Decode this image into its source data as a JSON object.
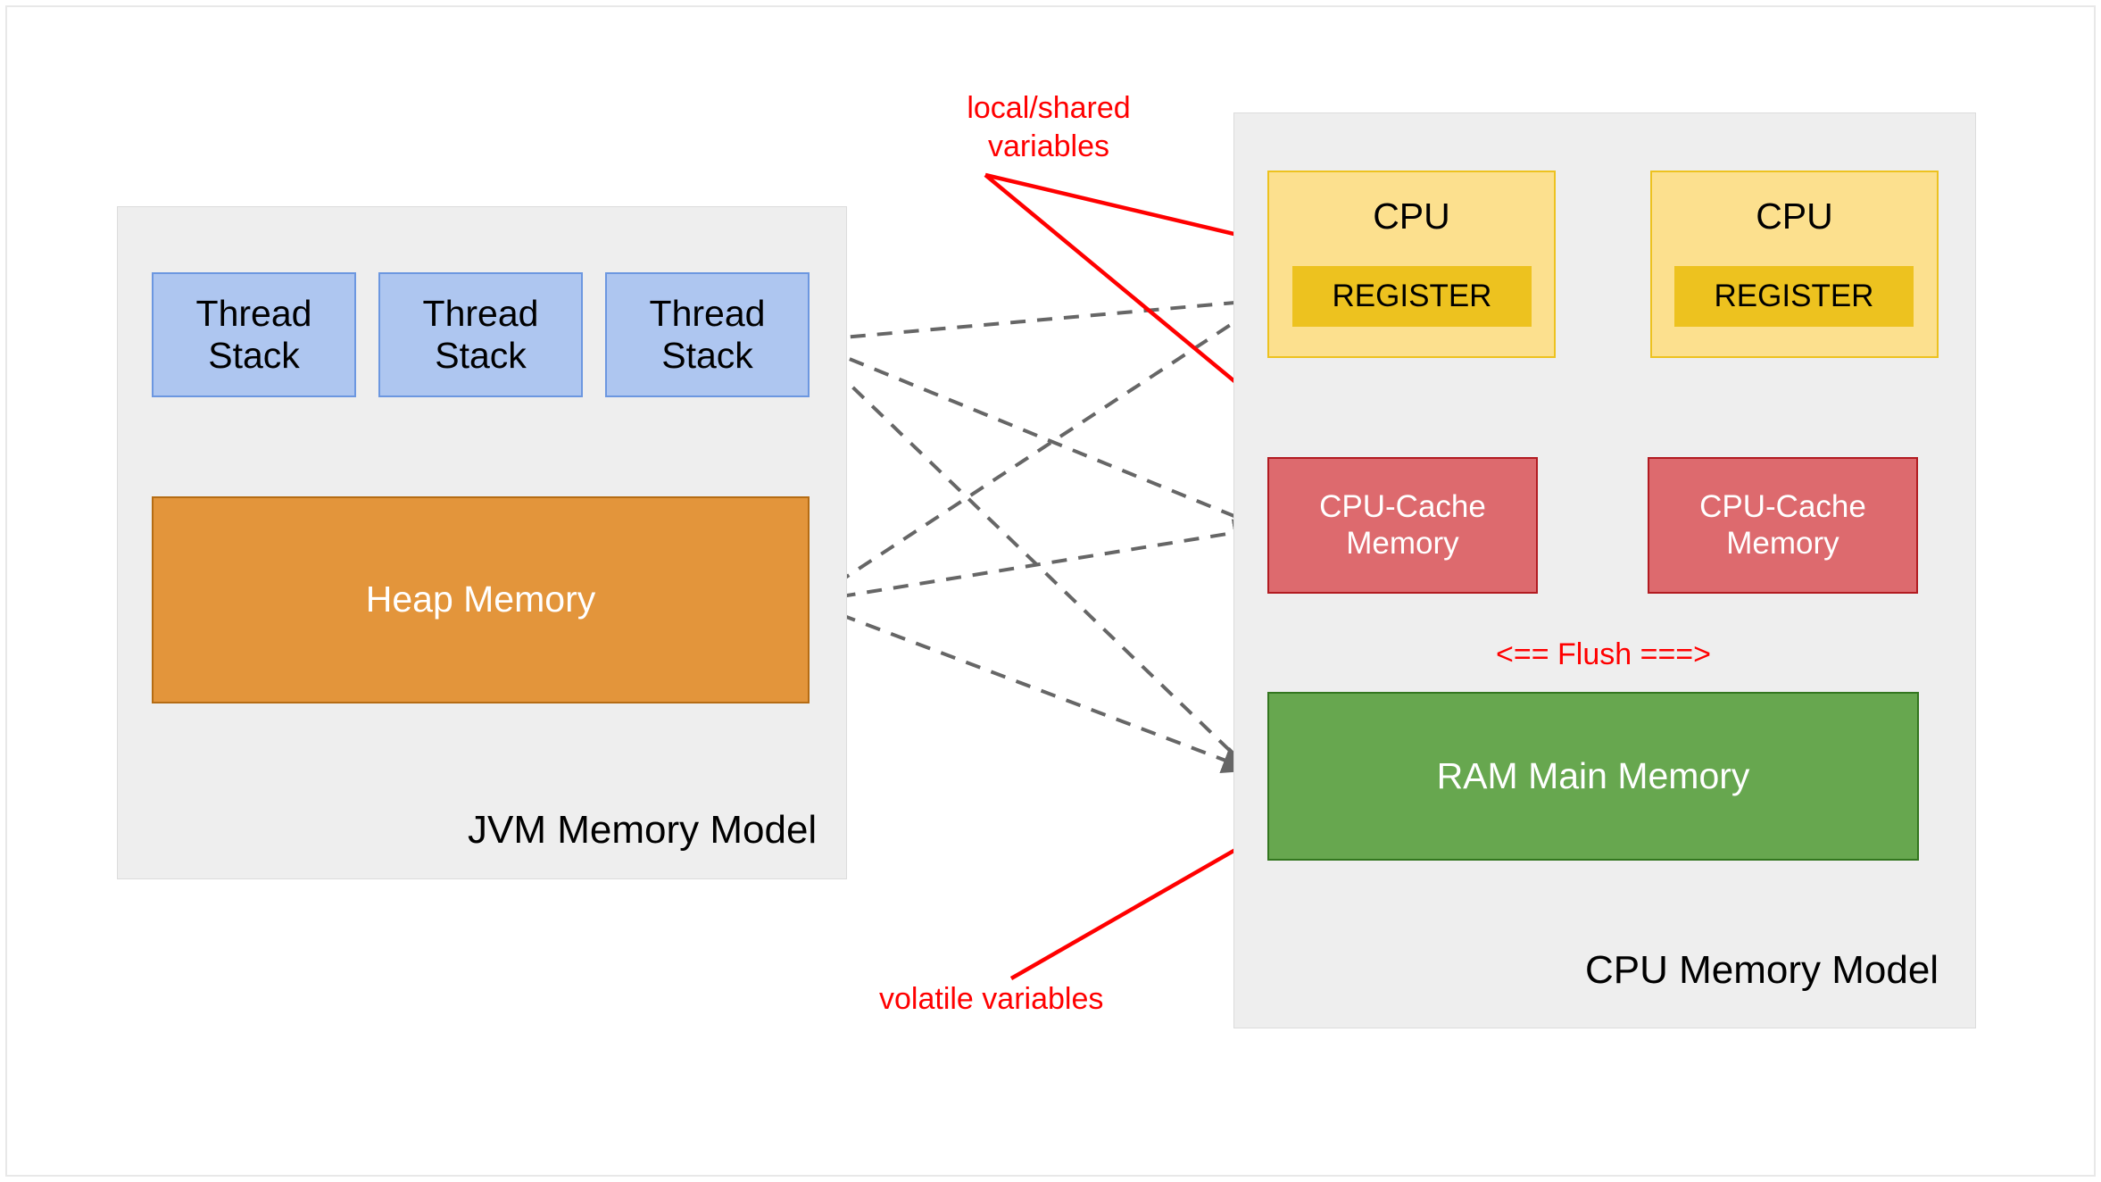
{
  "diagram": {
    "title_not_shown": "",
    "groups": [
      {
        "id": "jvm",
        "label": "JVM Memory Model"
      },
      {
        "id": "cpu",
        "label": "CPU Memory Model"
      }
    ],
    "jvm": {
      "label": "JVM Memory Model",
      "thread_stacks": [
        {
          "label": "Thread\nStack"
        },
        {
          "label": "Thread\nStack"
        },
        {
          "label": "Thread\nStack"
        }
      ],
      "heap": {
        "label": "Heap Memory"
      }
    },
    "cpu_model": {
      "label": "CPU Memory Model",
      "cpus": [
        {
          "title": "CPU",
          "register": "REGISTER",
          "cache": "CPU-Cache\nMemory"
        },
        {
          "title": "CPU",
          "register": "REGISTER",
          "cache": "CPU-Cache\nMemory"
        }
      ],
      "ram": {
        "label": "RAM Main Memory"
      },
      "flush_label": "<== Flush ===>"
    },
    "annotations": [
      {
        "id": "local-shared",
        "text": "local/shared\nvariables"
      },
      {
        "id": "volatile",
        "text": "volatile variables"
      }
    ],
    "colors": {
      "thread_stack_fill": "#aec6f0",
      "thread_stack_stroke": "#6c97e0",
      "heap_fill": "#e3953b",
      "heap_stroke": "#b56c14",
      "cpu_fill": "#fce08e",
      "cpu_stroke": "#edc21f",
      "register_fill": "#edc21f",
      "cache_fill": "#dd6a6e",
      "cache_stroke": "#b21b21",
      "ram_fill": "#67a74f",
      "ram_stroke": "#33761f",
      "group_fill": "#eeeeee",
      "group_stroke": "#dcdcdc",
      "annotation_red": "#ff0000",
      "connector_gray": "#666666"
    }
  }
}
